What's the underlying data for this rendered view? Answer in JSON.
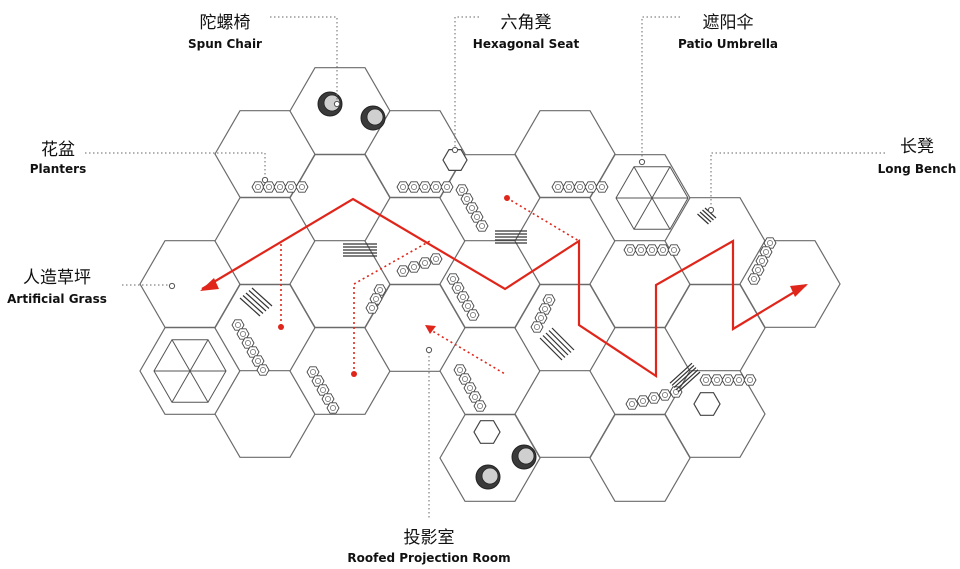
{
  "labels": {
    "spun_chair": {
      "zh": "陀螺椅",
      "en": "Spun Chair"
    },
    "hexagonal_seat": {
      "zh": "六角凳",
      "en": "Hexagonal Seat"
    },
    "patio_umbrella": {
      "zh": "遮阳伞",
      "en": "Patio Umbrella"
    },
    "planters": {
      "zh": "花盆",
      "en": "Planters"
    },
    "long_bench": {
      "zh": "长凳",
      "en": "Long Bench"
    },
    "artificial_grass": {
      "zh": "人造草坪",
      "en": "Artificial Grass"
    },
    "roofed_projection_room": {
      "zh": "投影室",
      "en": "Roofed Projection Room"
    }
  },
  "colors": {
    "path": "#e0261b",
    "hex_stroke": "#6b6b6b",
    "text": "#111111"
  }
}
